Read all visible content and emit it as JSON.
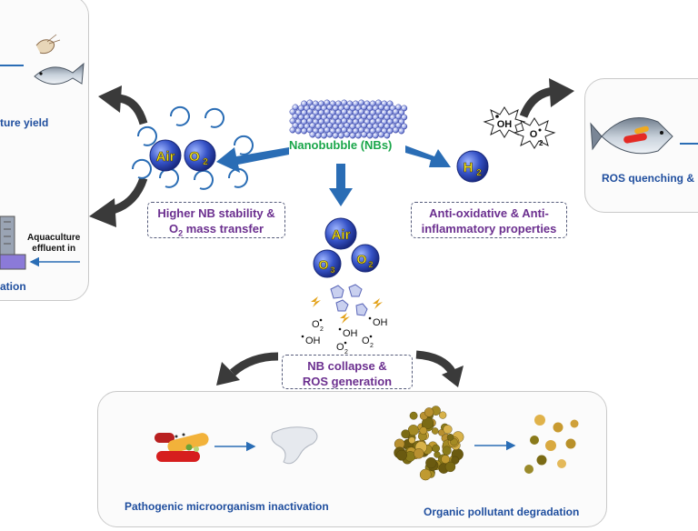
{
  "center": {
    "label": "Nanobubble (NBs)",
    "color": "#1aa64a"
  },
  "gas_labels": {
    "air": "Air",
    "o2": "O",
    "o2_sub": "2",
    "o3": "O",
    "o3_sub": "3",
    "h2": "H",
    "h2_sub": "2"
  },
  "radicals": {
    "o2": "O",
    "o2_sub": "2",
    "oh": "OH"
  },
  "boxes": {
    "stability": {
      "line1": "Higher NB stability &",
      "line2a": "O",
      "line2_sub": "2",
      "line2b": " mass transfer"
    },
    "antioxidative": {
      "line1": "Anti-oxidative & Anti-",
      "line2": "inflammatory properties"
    },
    "collapse": {
      "line1": "NB collapse &",
      "line2": "ROS generation"
    }
  },
  "left_panel": {
    "yield_label": "ture yield",
    "effluent_label_1": "Aquaculture",
    "effluent_label_2": "effluent in",
    "bottom_label": "ation"
  },
  "right_panel": {
    "label": "ROS quenching &"
  },
  "bottom_panel": {
    "left_label": "Pathogenic microorganism inactivation",
    "right_label": "Organic pollutant degradation"
  },
  "colors": {
    "arrow_blue": "#2a6db5",
    "dark_arrow": "#3a3a3a",
    "bubble_blue": "#2f4fb8",
    "label_blue": "#1f4e9e",
    "box_text": "#6b2f8f"
  }
}
